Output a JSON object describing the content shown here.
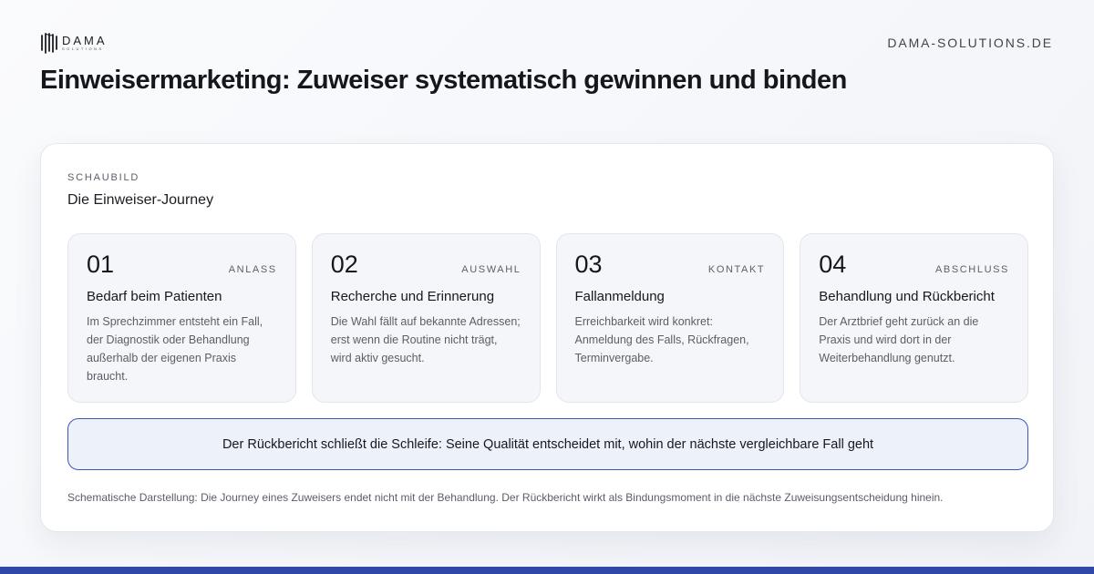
{
  "brand": {
    "logo_word": "DAMA",
    "logo_sub": "SOLUTIONS",
    "site_url": "DAMA-SOLUTIONS.DE",
    "accent_color": "#3049a8"
  },
  "page": {
    "title": "Einweisermarketing: Zuweiser systematisch gewinnen und binden"
  },
  "diagram": {
    "eyebrow": "SCHAUBILD",
    "title": "Die Einweiser-Journey",
    "steps": [
      {
        "number": "01",
        "tag": "ANLASS",
        "title": "Bedarf beim Patienten",
        "description": "Im Sprechzimmer entsteht ein Fall, der Diagnostik oder Behandlung außerhalb der eigenen Praxis braucht."
      },
      {
        "number": "02",
        "tag": "AUSWAHL",
        "title": "Recherche und Erinnerung",
        "description": "Die Wahl fällt auf bekannte Adressen; erst wenn die Routine nicht trägt, wird aktiv gesucht."
      },
      {
        "number": "03",
        "tag": "KONTAKT",
        "title": "Fallanmeldung",
        "description": "Erreichbarkeit wird konkret: Anmeldung des Falls, Rückfragen, Terminvergabe."
      },
      {
        "number": "04",
        "tag": "ABSCHLUSS",
        "title": "Behandlung und Rückbericht",
        "description": "Der Arztbrief geht zurück an die Praxis und wird dort in der Weiterbehandlung genutzt."
      }
    ],
    "loop_message": "Der Rückbericht schließt die Schleife: Seine Qualität entscheidet mit, wohin der nächste vergleichbare Fall geht",
    "footnote": "Schematische Darstellung: Die Journey eines Zuweisers endet nicht mit der Behandlung. Der Rückbericht wirkt als Bindungsmoment in die nächste Zuweisungsentscheidung hinein."
  }
}
